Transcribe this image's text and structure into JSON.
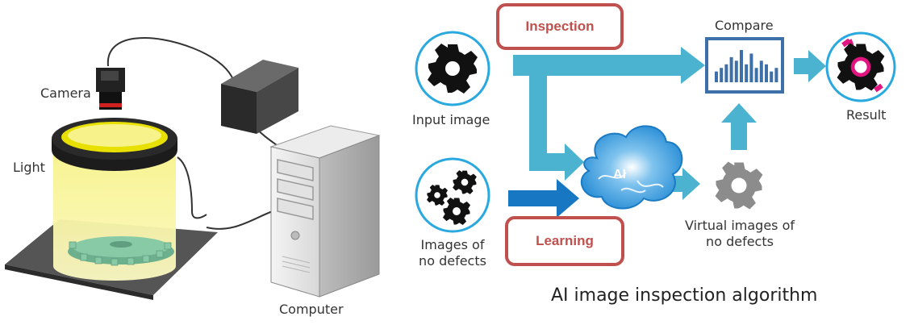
{
  "setup": {
    "camera_label": "Camera",
    "light_label": "Light",
    "computer_label": "Computer"
  },
  "algorithm": {
    "input_image_label": "Input image",
    "no_defect_images_label": "Images of\nno defects",
    "inspection_label": "Inspection",
    "learning_label": "Learning",
    "ai_label": "AI",
    "virtual_images_label": "Virtual images of\nno defects",
    "compare_label": "Compare",
    "result_label": "Result",
    "title": "AI image inspection algorithm"
  },
  "colors": {
    "arrow_teal": "#4bb3cf",
    "arrow_blue": "#1777c2",
    "box_red": "#c0504d",
    "circle_outline": "#29a9df",
    "gear_dark": "#111111",
    "gear_gray": "#8c8c8c",
    "result_accent": "#e0157f",
    "chart_blue": "#3d6fa8",
    "light_yellow": "#f5f07a"
  },
  "compare_chart": {
    "values": [
      3,
      4,
      5,
      7,
      6,
      9,
      5,
      8,
      4,
      6,
      5,
      3,
      4
    ]
  }
}
